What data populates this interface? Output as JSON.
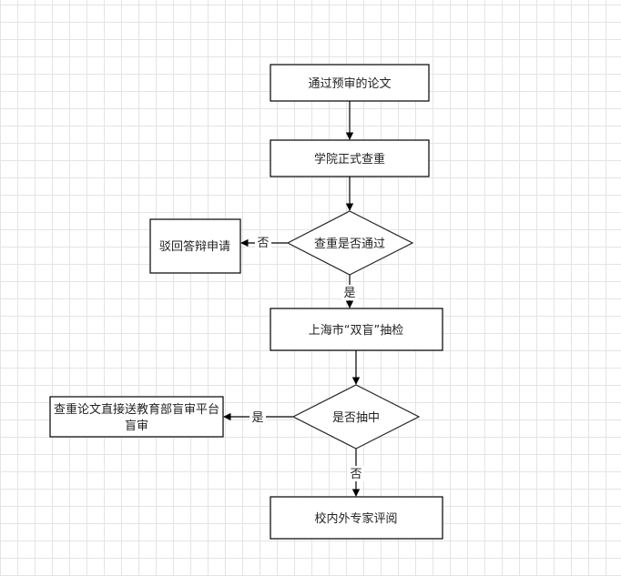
{
  "nodes": {
    "n1": {
      "label": "通过预审的论文"
    },
    "n2": {
      "label": "学院正式查重"
    },
    "n3": {
      "label": "查重是否通过"
    },
    "n4": {
      "label": "驳回答辩申请"
    },
    "n5": {
      "label": "上海市“双盲”抽检"
    },
    "n6": {
      "label": "是否抽中"
    },
    "n7": {
      "lines": [
        "查重论文直接送教育部盲审平台",
        "盲审"
      ]
    },
    "n8": {
      "label": "校内外专家评阅"
    }
  },
  "edges": {
    "e3_4": {
      "label": "否"
    },
    "e3_5": {
      "label": "是"
    },
    "e6_7": {
      "label": "是"
    },
    "e6_8": {
      "label": "否"
    }
  },
  "colors": {
    "stroke": "#000000",
    "diamond_stroke": "#232323"
  }
}
